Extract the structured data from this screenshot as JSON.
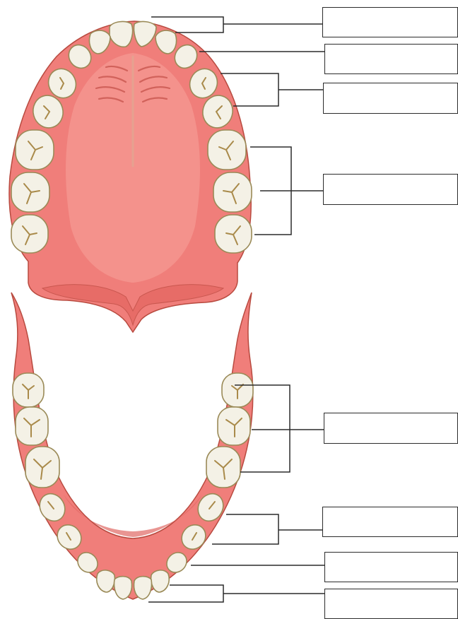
{
  "diagram": {
    "colors": {
      "gum": "#f07e7a",
      "gum_light": "#f8a8a2",
      "gum_dark": "#d9605c",
      "gum_outline": "#b84a3f",
      "tooth": "#f4f1e6",
      "tooth_outline": "#9a8a57",
      "groove": "#a98a4a",
      "leader_line": "#2b2b2b",
      "box_border": "#2b2b2b"
    },
    "label_boxes": [
      {
        "id": "box-1",
        "target": "upper-central-incisors",
        "text": ""
      },
      {
        "id": "box-2",
        "target": "upper-canine",
        "text": ""
      },
      {
        "id": "box-3",
        "target": "upper-premolars",
        "text": ""
      },
      {
        "id": "box-4",
        "target": "upper-molars",
        "text": ""
      },
      {
        "id": "box-5",
        "target": "lower-molars",
        "text": ""
      },
      {
        "id": "box-6",
        "target": "lower-premolars",
        "text": ""
      },
      {
        "id": "box-7",
        "target": "lower-canine",
        "text": ""
      },
      {
        "id": "box-8",
        "target": "lower-central-incisors",
        "text": ""
      }
    ]
  }
}
